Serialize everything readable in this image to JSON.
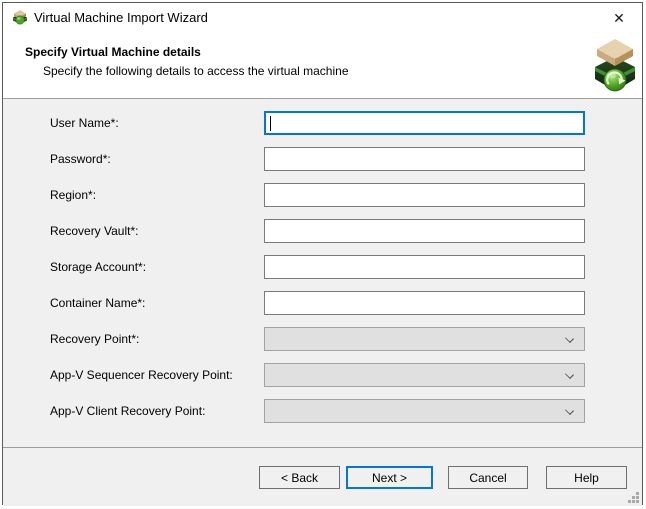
{
  "window": {
    "title": "Virtual Machine Import Wizard",
    "icon": "open-box-green-recycle-icon",
    "close_glyph": "✕"
  },
  "header": {
    "title": "Specify Virtual Machine details",
    "subtitle": "Specify the following details to access the virtual machine",
    "icon": "import-wizard-box-icon"
  },
  "form": {
    "fields": [
      {
        "id": "user-name",
        "label": "User Name*:",
        "type": "text",
        "value": "",
        "focused": true
      },
      {
        "id": "password",
        "label": "Password*:",
        "type": "text",
        "value": ""
      },
      {
        "id": "region",
        "label": "Region*:",
        "type": "text",
        "value": ""
      },
      {
        "id": "recovery-vault",
        "label": "Recovery Vault*:",
        "type": "text",
        "value": ""
      },
      {
        "id": "storage-account",
        "label": "Storage Account*:",
        "type": "text",
        "value": ""
      },
      {
        "id": "container-name",
        "label": "Container Name*:",
        "type": "text",
        "value": ""
      },
      {
        "id": "recovery-point",
        "label": "Recovery Point*:",
        "type": "select",
        "value": ""
      },
      {
        "id": "app-v-sequencer-recovery-point",
        "label": "App-V Sequencer Recovery Point:",
        "type": "select",
        "value": ""
      },
      {
        "id": "app-v-client-recovery-point",
        "label": "App-V Client Recovery Point:",
        "type": "select",
        "value": ""
      }
    ]
  },
  "buttons": {
    "back": "< Back",
    "next": "Next >",
    "cancel": "Cancel",
    "help": "Help"
  },
  "icons": {
    "chevron": "chevron-down-icon",
    "resize_grip": "resize-grip-icon"
  },
  "colors": {
    "accent": "#0078d7",
    "content_bg": "#f0f0f0",
    "titlebar_bg": "#ffffff",
    "combo_bg": "#e0e0e0",
    "input_border": "#7a7a7a",
    "separator": "#9d9d9d"
  }
}
